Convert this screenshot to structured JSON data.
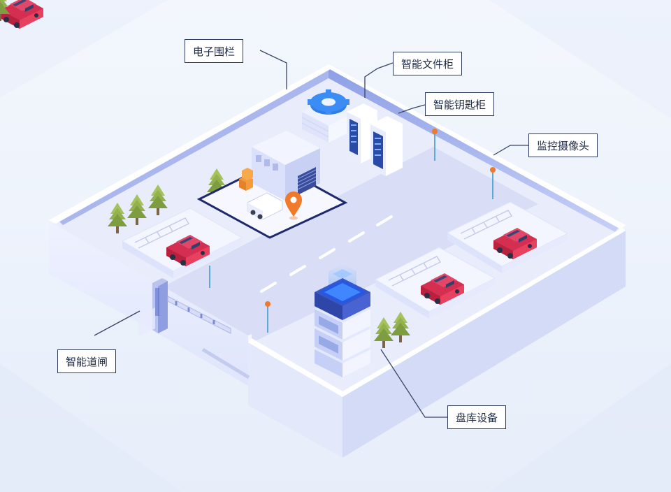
{
  "callouts": {
    "fence": "电子围栏",
    "file_cabinet": "智能文件柜",
    "key_cabinet": "智能钥匙柜",
    "camera": "监控摄像头",
    "gate": "智能道闸",
    "inventory_device": "盘库设备"
  },
  "colors": {
    "background": "#eef4fb",
    "wall": "#c9d1f3",
    "floor": "#e6ebfb",
    "road": "#d7ddf6",
    "car": "#e23a5a",
    "accent_blue": "#2f7de8",
    "tree": "#8fb04a",
    "pin": "#f07a2a",
    "callout_border": "#2f3b5a"
  },
  "icons": [
    "gear-icon",
    "location-pin-icon",
    "server-rack-icon",
    "tree-icon",
    "car-icon",
    "camera-pole-icon",
    "gate-barrier-icon"
  ]
}
